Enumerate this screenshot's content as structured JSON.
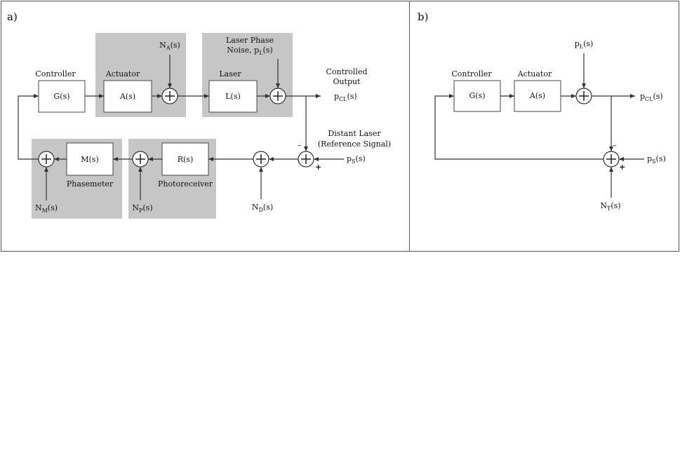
{
  "panel_a": {
    "label": "a)",
    "blocks": {
      "controller_title": "Controller",
      "controller": "G(s)",
      "actuator_title": "Actuator",
      "actuator": "A(s)",
      "laser_title": "Laser",
      "laser": "L(s)",
      "phasemeter": "M(s)",
      "phasemeter_title": "Phasemeter",
      "photoreceiver": "R(s)",
      "photoreceiver_title": "Photoreceiver"
    },
    "signals": {
      "na_base": "N",
      "na_sub": "A",
      "na_arg": "(s)",
      "noise_line1": "Laser Phase",
      "noise_line2": "Noise, p",
      "noise_sub": "L",
      "noise_arg": "(s)",
      "out_line1": "Controlled",
      "out_line2": "Output",
      "out_base": "p",
      "out_sub": "CL",
      "out_arg": "(s)",
      "dist_line1": "Distant Laser",
      "dist_line2": "(Reference Signal)",
      "ps_base": "p",
      "ps_sub": "S",
      "ps_arg": "(s)",
      "nm_base": "N",
      "nm_sub": "M",
      "nm_arg": "(s)",
      "np_base": "N",
      "np_sub": "P",
      "np_arg": "(s)",
      "nd_base": "N",
      "nd_sub": "D",
      "nd_arg": "(s)",
      "minus": "–",
      "plus": "+"
    }
  },
  "panel_b": {
    "label": "b)",
    "blocks": {
      "controller_title": "Controller",
      "controller": "G(s)",
      "actuator_title": "Actuator",
      "actuator": "A(s)"
    },
    "signals": {
      "pl_base": "p",
      "pl_sub": "L",
      "pl_arg": "(s)",
      "out_base": "p",
      "out_sub": "CL",
      "out_arg": "(s)",
      "ps_base": "p",
      "ps_sub": "S",
      "ps_arg": "(s)",
      "nt_base": "N",
      "nt_sub": "T",
      "nt_arg": "(s)",
      "minus": "–",
      "plus": "+"
    }
  }
}
